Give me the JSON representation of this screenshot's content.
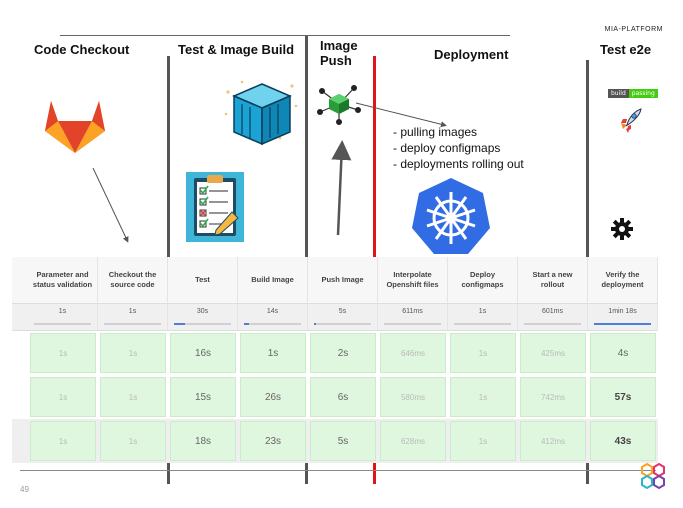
{
  "brand": "MIA-PLATFORM",
  "sections": [
    {
      "title": "Code Checkout"
    },
    {
      "title": "Test & Image Build"
    },
    {
      "title_line1": "Image",
      "title_line2": "Push"
    },
    {
      "title": "Deployment"
    },
    {
      "title": "Test e2e"
    }
  ],
  "bullets": [
    "- pulling images",
    "- deploy configmaps",
    "- deployments rolling out"
  ],
  "badge": {
    "left": "build",
    "right": "passing",
    "left_color": "#555555",
    "right_color": "#44cc11"
  },
  "colors": {
    "stage_divider": "#555555",
    "deployment_divider": "#e0151b",
    "success_cell": "#dff7df"
  },
  "icons": [
    "gitlab-logo-icon",
    "docker-container-icon",
    "checklist-icon",
    "registry-node-icon",
    "kubernetes-logo-icon",
    "rocket-icon",
    "gear-icon",
    "mia-platform-logo-icon"
  ],
  "pipeline": {
    "stages": [
      {
        "name": "Parameter and status validation",
        "avg": "1s",
        "avg_pct": 0
      },
      {
        "name": "Checkout the source code",
        "avg": "1s",
        "avg_pct": 0
      },
      {
        "name": "Test",
        "avg": "30s",
        "avg_pct": 20
      },
      {
        "name": "Build Image",
        "avg": "14s",
        "avg_pct": 8
      },
      {
        "name": "Push Image",
        "avg": "5s",
        "avg_pct": 3
      },
      {
        "name": "Interpolate Openshift files",
        "avg": "611ms",
        "avg_pct": 0
      },
      {
        "name": "Deploy configmaps",
        "avg": "1s",
        "avg_pct": 0
      },
      {
        "name": "Start a new rollout",
        "avg": "601ms",
        "avg_pct": 0
      },
      {
        "name": "Verify the deployment",
        "avg": "1min 18s",
        "avg_pct": 100
      }
    ],
    "runs": [
      [
        "1s",
        "1s",
        "16s",
        "1s",
        "2s",
        "646ms",
        "1s",
        "425ms",
        "4s"
      ],
      [
        "1s",
        "1s",
        "15s",
        "26s",
        "6s",
        "580ms",
        "1s",
        "742ms",
        "57s"
      ],
      [
        "1s",
        "1s",
        "18s",
        "23s",
        "5s",
        "628ms",
        "1s",
        "412ms",
        "43s"
      ]
    ]
  },
  "page_number": "49"
}
